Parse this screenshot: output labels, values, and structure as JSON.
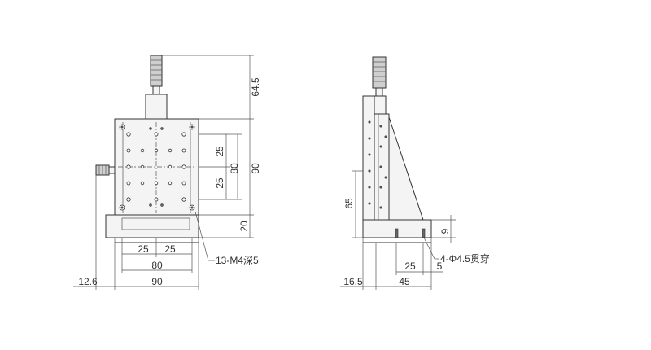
{
  "front_view": {
    "dims": {
      "height_knob": "64.5",
      "hole_spacing_upper": "25",
      "hole_spacing_lower": "25",
      "hole_span_vertical": "80",
      "table_height": "90",
      "base_height": "20",
      "hole_spacing_left": "25",
      "hole_spacing_right": "25",
      "hole_span_horizontal": "80",
      "table_width": "90",
      "knob_offset": "12.6"
    },
    "callout": "13-M4深5"
  },
  "side_view": {
    "dims": {
      "hole_height": "65",
      "base_thickness": "9",
      "slot_spacing": "25",
      "slot_offset": "5",
      "offset_left": "16.5",
      "depth": "45"
    },
    "callout": "4-Φ4.5贯穿"
  }
}
